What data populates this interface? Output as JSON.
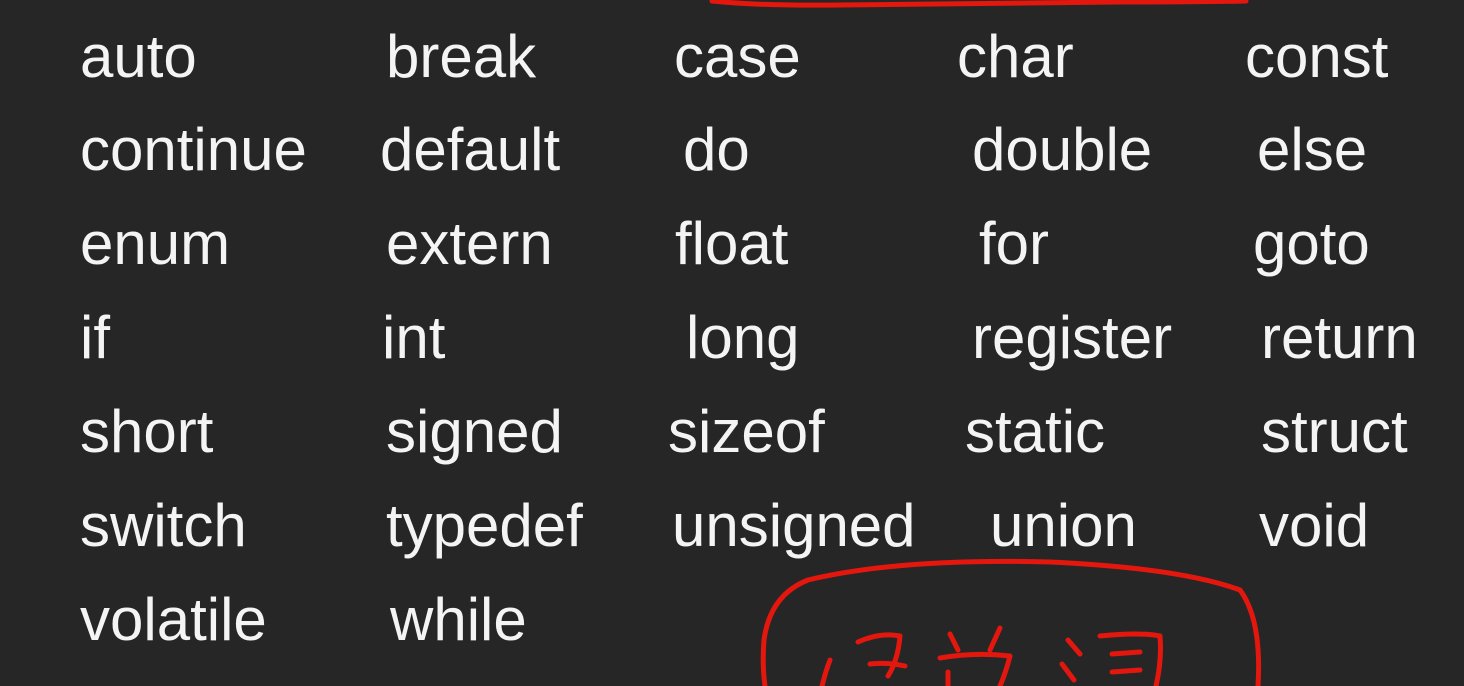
{
  "keywords": [
    [
      "auto",
      "break",
      "case",
      "char",
      "const"
    ],
    [
      "continue",
      "default",
      "do",
      "double",
      "else"
    ],
    [
      "enum",
      "extern",
      "float",
      "for",
      "goto"
    ],
    [
      "if",
      "int",
      "long",
      "register",
      "return"
    ],
    [
      "short",
      "signed",
      "sizeof",
      "static",
      "struct"
    ],
    [
      "switch",
      "typedef",
      "unsigned",
      "union",
      "void"
    ],
    [
      "volatile",
      "while"
    ]
  ],
  "annotation": {
    "ink_color": "#e3170d",
    "handwritten_text": "记单词"
  },
  "colors": {
    "background": "#262626",
    "text": "#f4f4f4"
  }
}
